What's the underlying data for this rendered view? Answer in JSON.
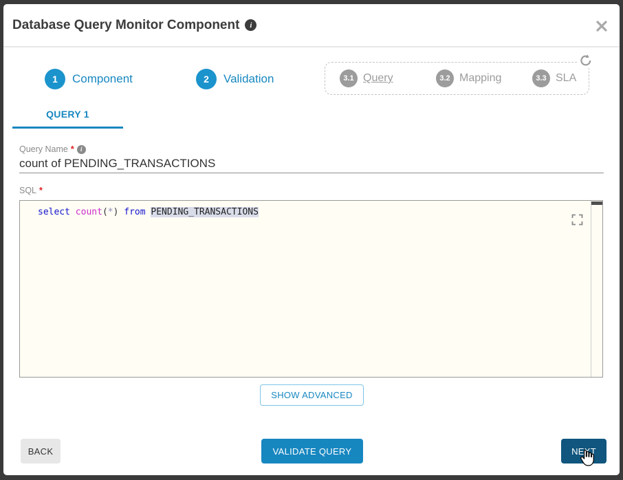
{
  "dialog": {
    "title": "Database Query Monitor Component"
  },
  "stepper": {
    "steps": [
      {
        "number": "1",
        "label": "Component"
      },
      {
        "number": "2",
        "label": "Validation"
      }
    ],
    "substeps": [
      {
        "number": "3.1",
        "label": "Query"
      },
      {
        "number": "3.2",
        "label": "Mapping"
      },
      {
        "number": "3.3",
        "label": "SLA"
      }
    ]
  },
  "tabs": {
    "active": "QUERY 1"
  },
  "form": {
    "query_name": {
      "label": "Query Name",
      "required": "*",
      "value": "count of PENDING_TRANSACTIONS"
    },
    "sql": {
      "label": "SQL",
      "required": "*"
    }
  },
  "sql_code": {
    "kw1": "select ",
    "fn": "count",
    "p1": "(",
    "star": "*",
    "p2": ") ",
    "kw2": "from ",
    "table": "PENDING_TRANSACTIONS"
  },
  "icons": {
    "info": "i"
  },
  "buttons": {
    "show_advanced": "SHOW ADVANCED",
    "back": "BACK",
    "validate": "VALIDATE QUERY",
    "next": "NEXT"
  },
  "colors": {
    "accent_blue": "#1787c0",
    "step_circle_blue": "#1b93cc",
    "inactive_gray": "#9c9c9c",
    "next_button_dark": "#10567e",
    "keyword_blue": "#1414cc",
    "function_magenta": "#cc2bcc",
    "table_highlight": "#d9dce9",
    "backdrop": "#3a3a3a"
  }
}
